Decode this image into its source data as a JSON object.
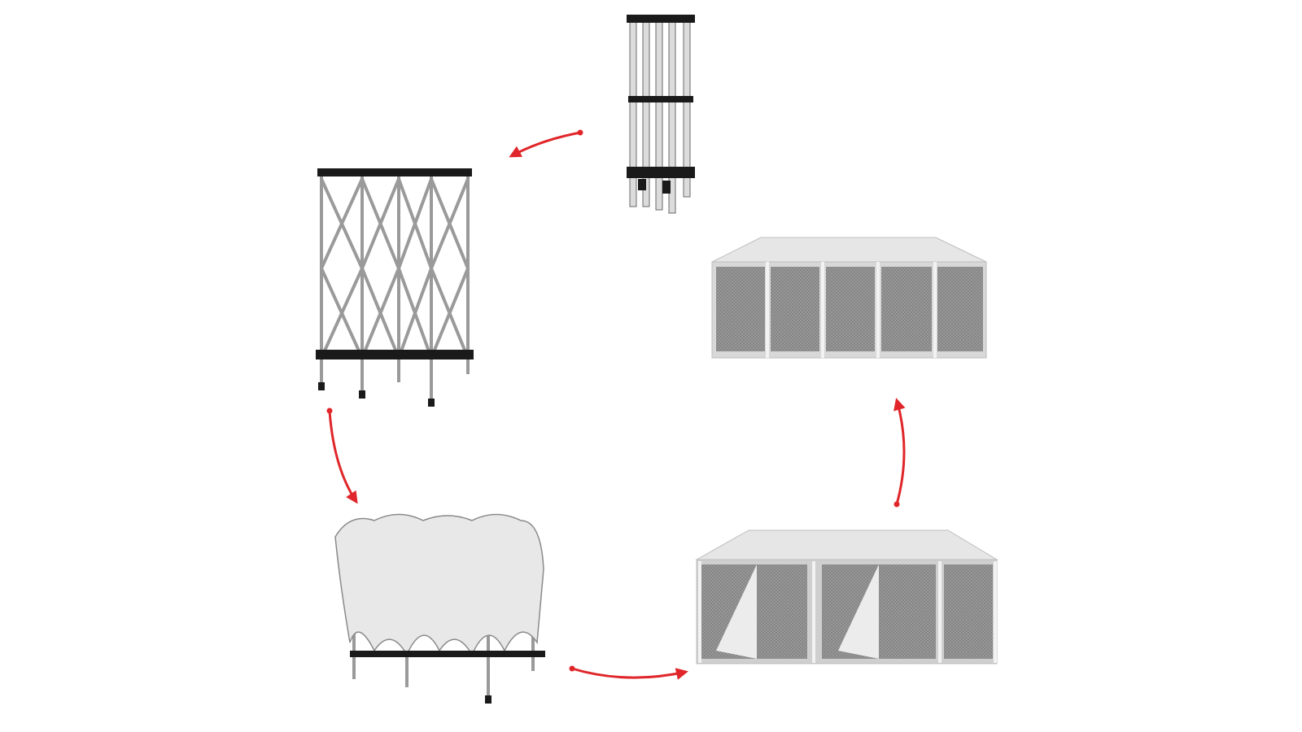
{
  "diagram": {
    "type": "cycle",
    "stages": [
      {
        "id": "folded-frame"
      },
      {
        "id": "expanded-frame"
      },
      {
        "id": "frame-with-canopy"
      },
      {
        "id": "gazebo-curtains-open"
      },
      {
        "id": "gazebo-curtains-closed"
      }
    ],
    "colors": {
      "background": "#ffffff",
      "arrow": "#e0262a",
      "frame": "#d8d8d8",
      "frame_outline": "#6a6a6a",
      "joints": "#1a1a1a",
      "canopy": "#e6e6e6",
      "mesh": "#8c8c8c"
    }
  }
}
